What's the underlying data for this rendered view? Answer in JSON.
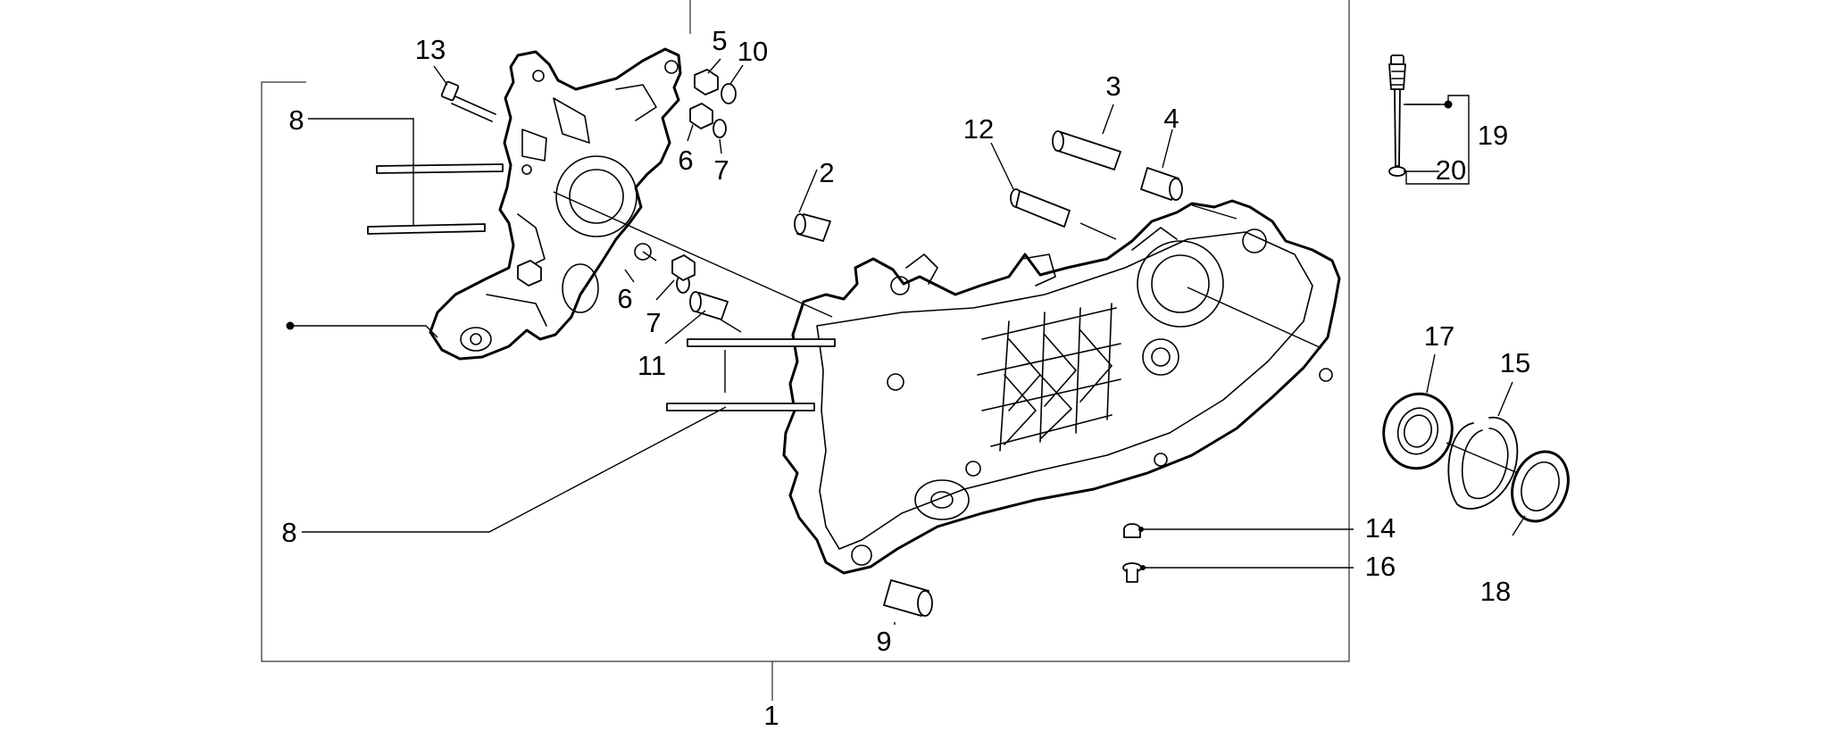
{
  "diagram": {
    "parts": [
      {
        "id": "p1",
        "label": "1"
      },
      {
        "id": "p2",
        "label": "2"
      },
      {
        "id": "p3",
        "label": "3"
      },
      {
        "id": "p4",
        "label": "4"
      },
      {
        "id": "p5",
        "label": "5"
      },
      {
        "id": "p6a",
        "label": "6"
      },
      {
        "id": "p6b",
        "label": "6"
      },
      {
        "id": "p7a",
        "label": "7"
      },
      {
        "id": "p7b",
        "label": "7"
      },
      {
        "id": "p8a",
        "label": "8"
      },
      {
        "id": "p8b",
        "label": "8"
      },
      {
        "id": "p9",
        "label": "9"
      },
      {
        "id": "p10",
        "label": "10"
      },
      {
        "id": "p11",
        "label": "11"
      },
      {
        "id": "p12",
        "label": "12"
      },
      {
        "id": "p13",
        "label": "13"
      },
      {
        "id": "p14",
        "label": "14"
      },
      {
        "id": "p15",
        "label": "15"
      },
      {
        "id": "p16",
        "label": "16"
      },
      {
        "id": "p17",
        "label": "17"
      },
      {
        "id": "p18",
        "label": "18"
      },
      {
        "id": "p19",
        "label": "19"
      },
      {
        "id": "p20",
        "label": "20"
      }
    ]
  }
}
